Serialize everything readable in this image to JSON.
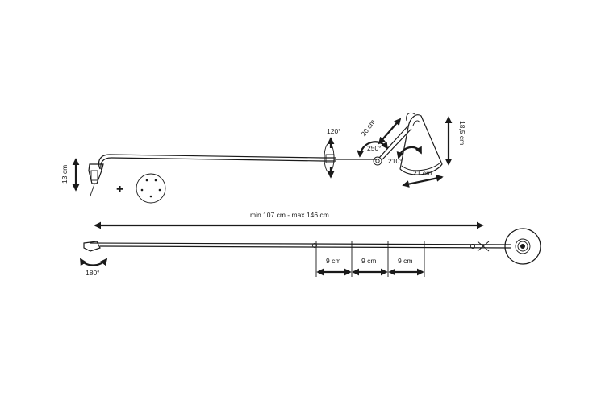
{
  "labels": {
    "wall_height": "13 cm",
    "rotation_120": "120°",
    "rotation_250": "250°",
    "arm_20": "20 cm",
    "rotation_210": "210°",
    "shade_width": "21 cm",
    "shade_height": "18,5 cm",
    "plus": "+",
    "total_length": "min 107 cm - max 146 cm",
    "step1": "9 cm",
    "step2": "9 cm",
    "step3": "9 cm",
    "rotation_180": "180°"
  },
  "colors": {
    "ink": "#1a1a1a",
    "background": "#ffffff"
  }
}
